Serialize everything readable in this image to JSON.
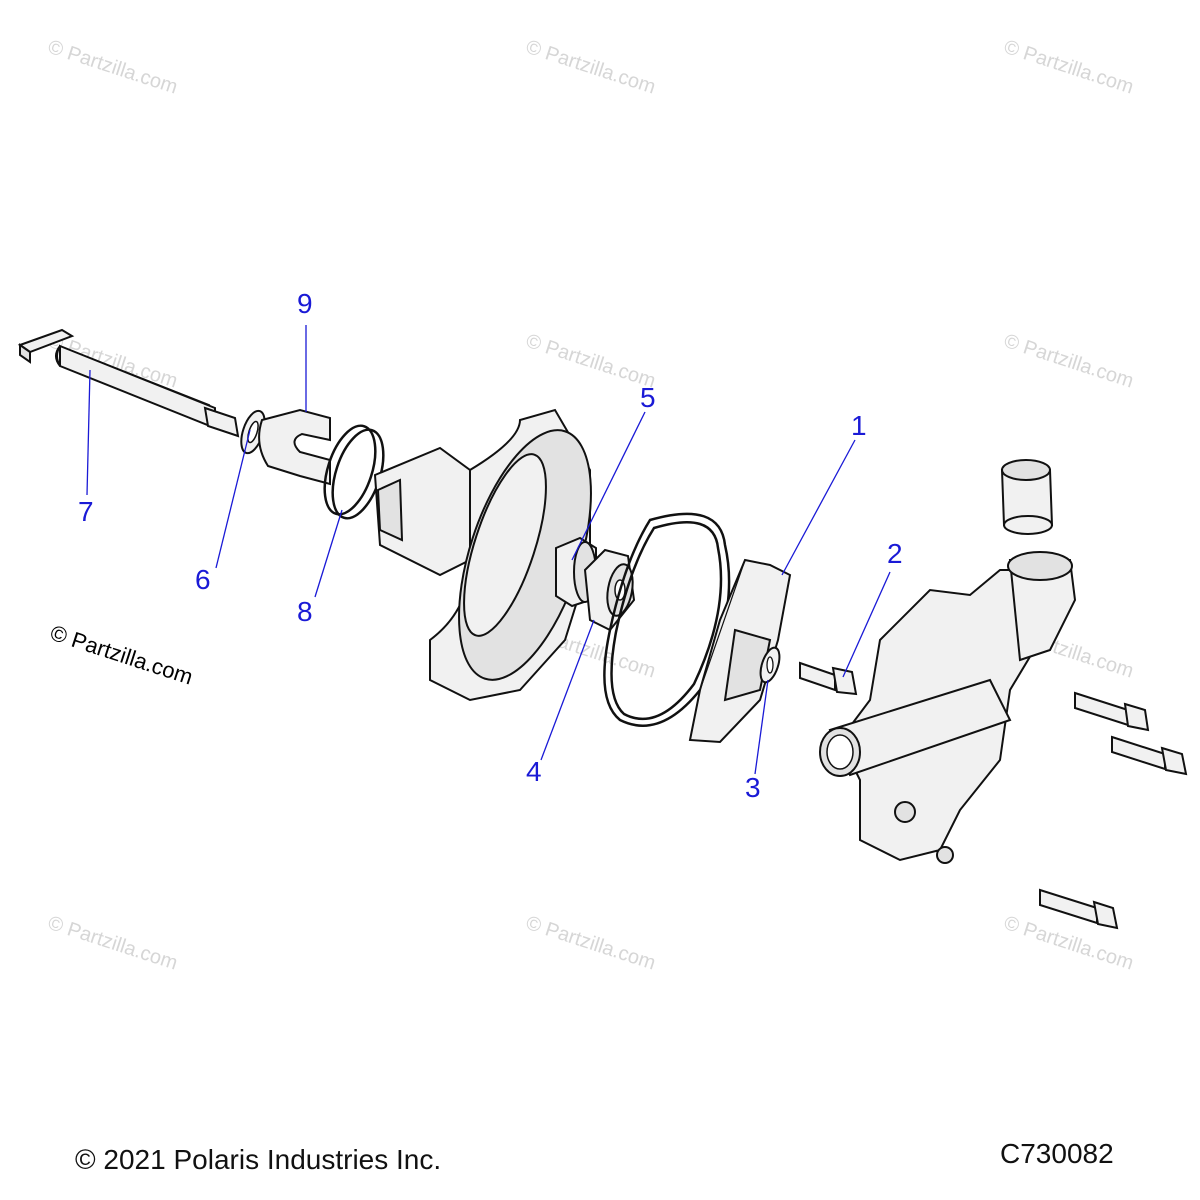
{
  "watermarks": {
    "faint": "© Partzilla.com",
    "main": "© Partzilla.com"
  },
  "callouts": [
    "1",
    "2",
    "3",
    "4",
    "5",
    "6",
    "7",
    "8",
    "9"
  ],
  "footer": {
    "copyright": "© 2021 Polaris Industries Inc.",
    "diagram_id": "C730082"
  },
  "colors": {
    "callout": "#1a1ad6",
    "watermark": "#d6d6d6",
    "line": "#111111"
  }
}
